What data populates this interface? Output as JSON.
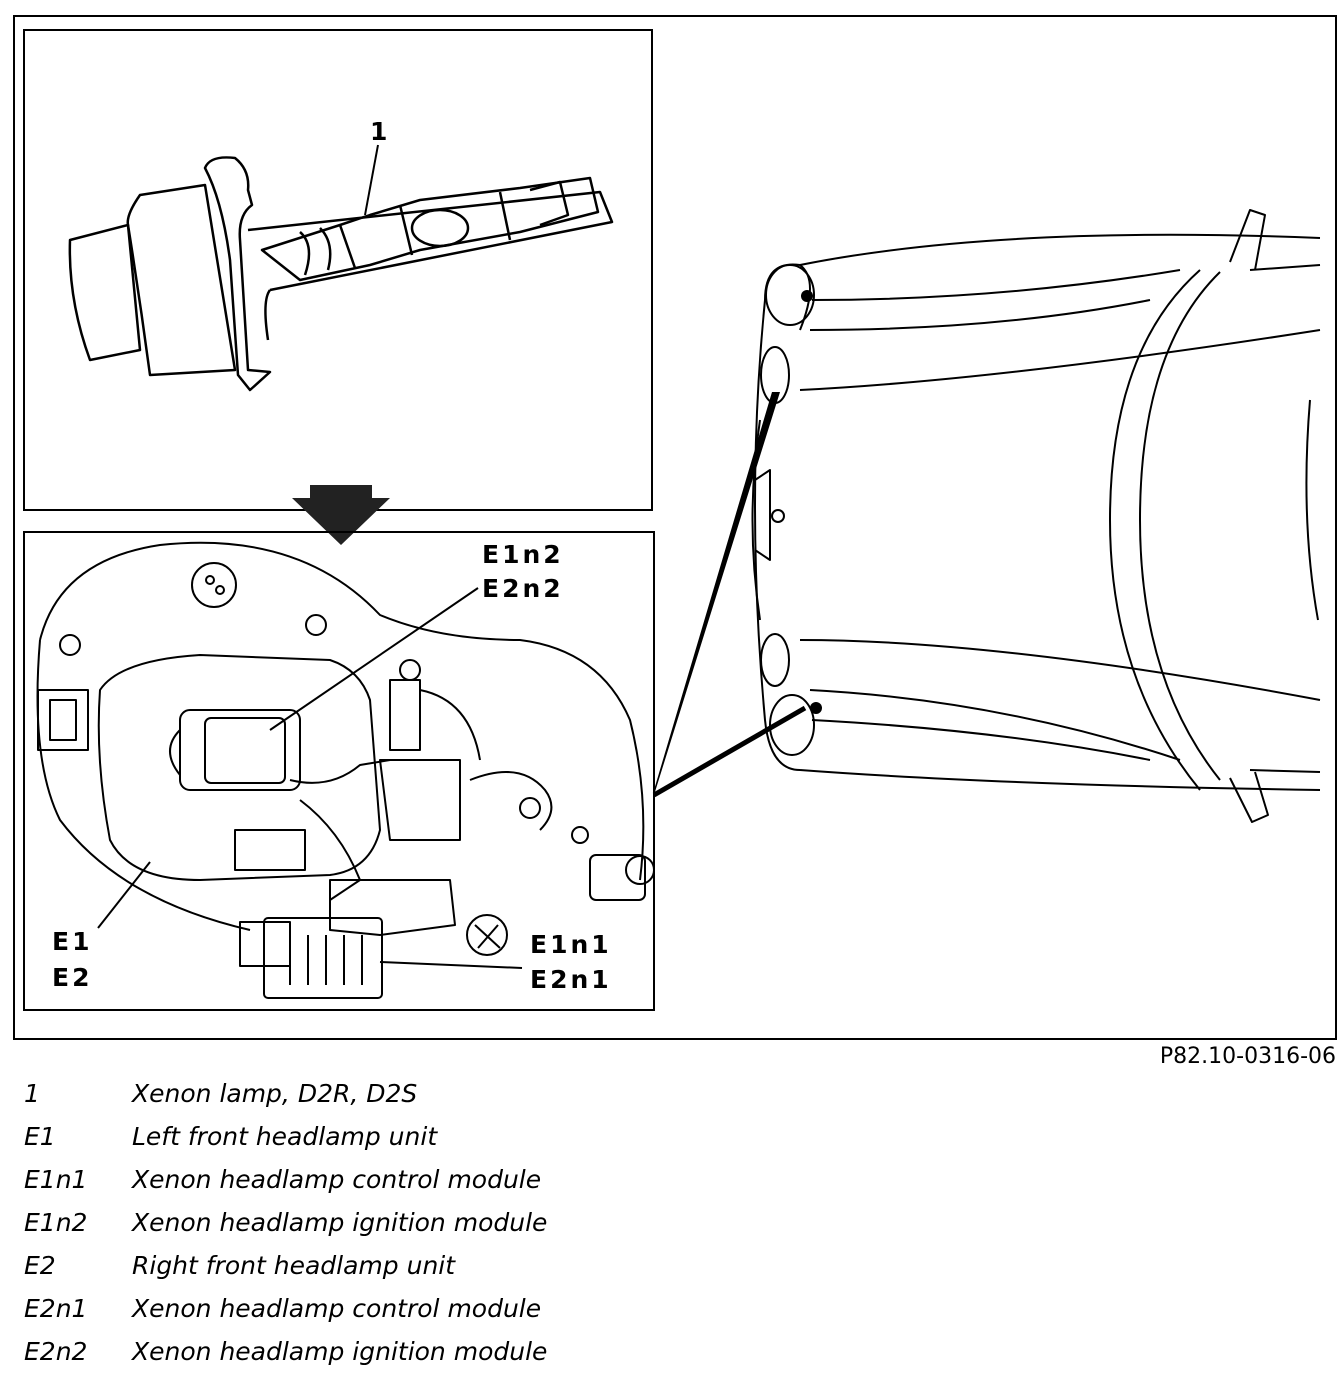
{
  "diagram": {
    "callouts": {
      "lamp": "1",
      "ignition_1": "E1n2",
      "ignition_2": "E2n2",
      "headlamp_1": "E1",
      "headlamp_2": "E2",
      "control_1": "E1n1",
      "control_2": "E2n1"
    },
    "reference_code": "P82.10-0316-06"
  },
  "legend": [
    {
      "code": "1",
      "text": "Xenon lamp, D2R, D2S"
    },
    {
      "code": "E1",
      "text": "Left front headlamp unit"
    },
    {
      "code": "E1n1",
      "text": "Xenon headlamp control module"
    },
    {
      "code": "E1n2",
      "text": "Xenon headlamp ignition module"
    },
    {
      "code": "E2",
      "text": "Right front headlamp unit"
    },
    {
      "code": "E2n1",
      "text": "Xenon headlamp control module"
    },
    {
      "code": "E2n2",
      "text": "Xenon headlamp ignition module"
    }
  ]
}
